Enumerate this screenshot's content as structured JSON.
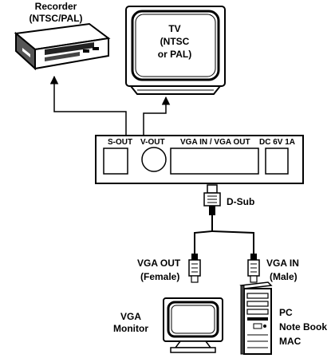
{
  "recorder": {
    "label_line1": "Recorder",
    "label_line2": "(NTSC/PAL)",
    "icon": "vcr-recorder-icon"
  },
  "tv": {
    "label_line1": "TV",
    "label_line2": "(NTSC",
    "label_line3": "or PAL)",
    "icon": "television-icon"
  },
  "converter_box": {
    "ports": {
      "s_out": "S-OUT",
      "v_out": "V-OUT",
      "vga_in_out": "VGA IN / VGA OUT",
      "dc": "DC 6V 1A"
    }
  },
  "dsub": {
    "label": "D-Sub",
    "icon": "dsub-connector-icon"
  },
  "vga_out": {
    "label_line1": "VGA OUT",
    "label_line2": "(Female)",
    "icon": "vga-connector-icon"
  },
  "vga_in": {
    "label_line1": "VGA IN",
    "label_line2": "(Male)",
    "icon": "vga-connector-icon"
  },
  "monitor": {
    "label_line1": "VGA",
    "label_line2": "Monitor",
    "icon": "crt-monitor-icon"
  },
  "pc": {
    "label_line1": "PC",
    "label_line2": "Note Book",
    "label_line3": "MAC",
    "icon": "pc-tower-icon"
  },
  "colors": {
    "ink": "#000000",
    "paper": "#ffffff",
    "device_gray": "#d9d9d9"
  }
}
